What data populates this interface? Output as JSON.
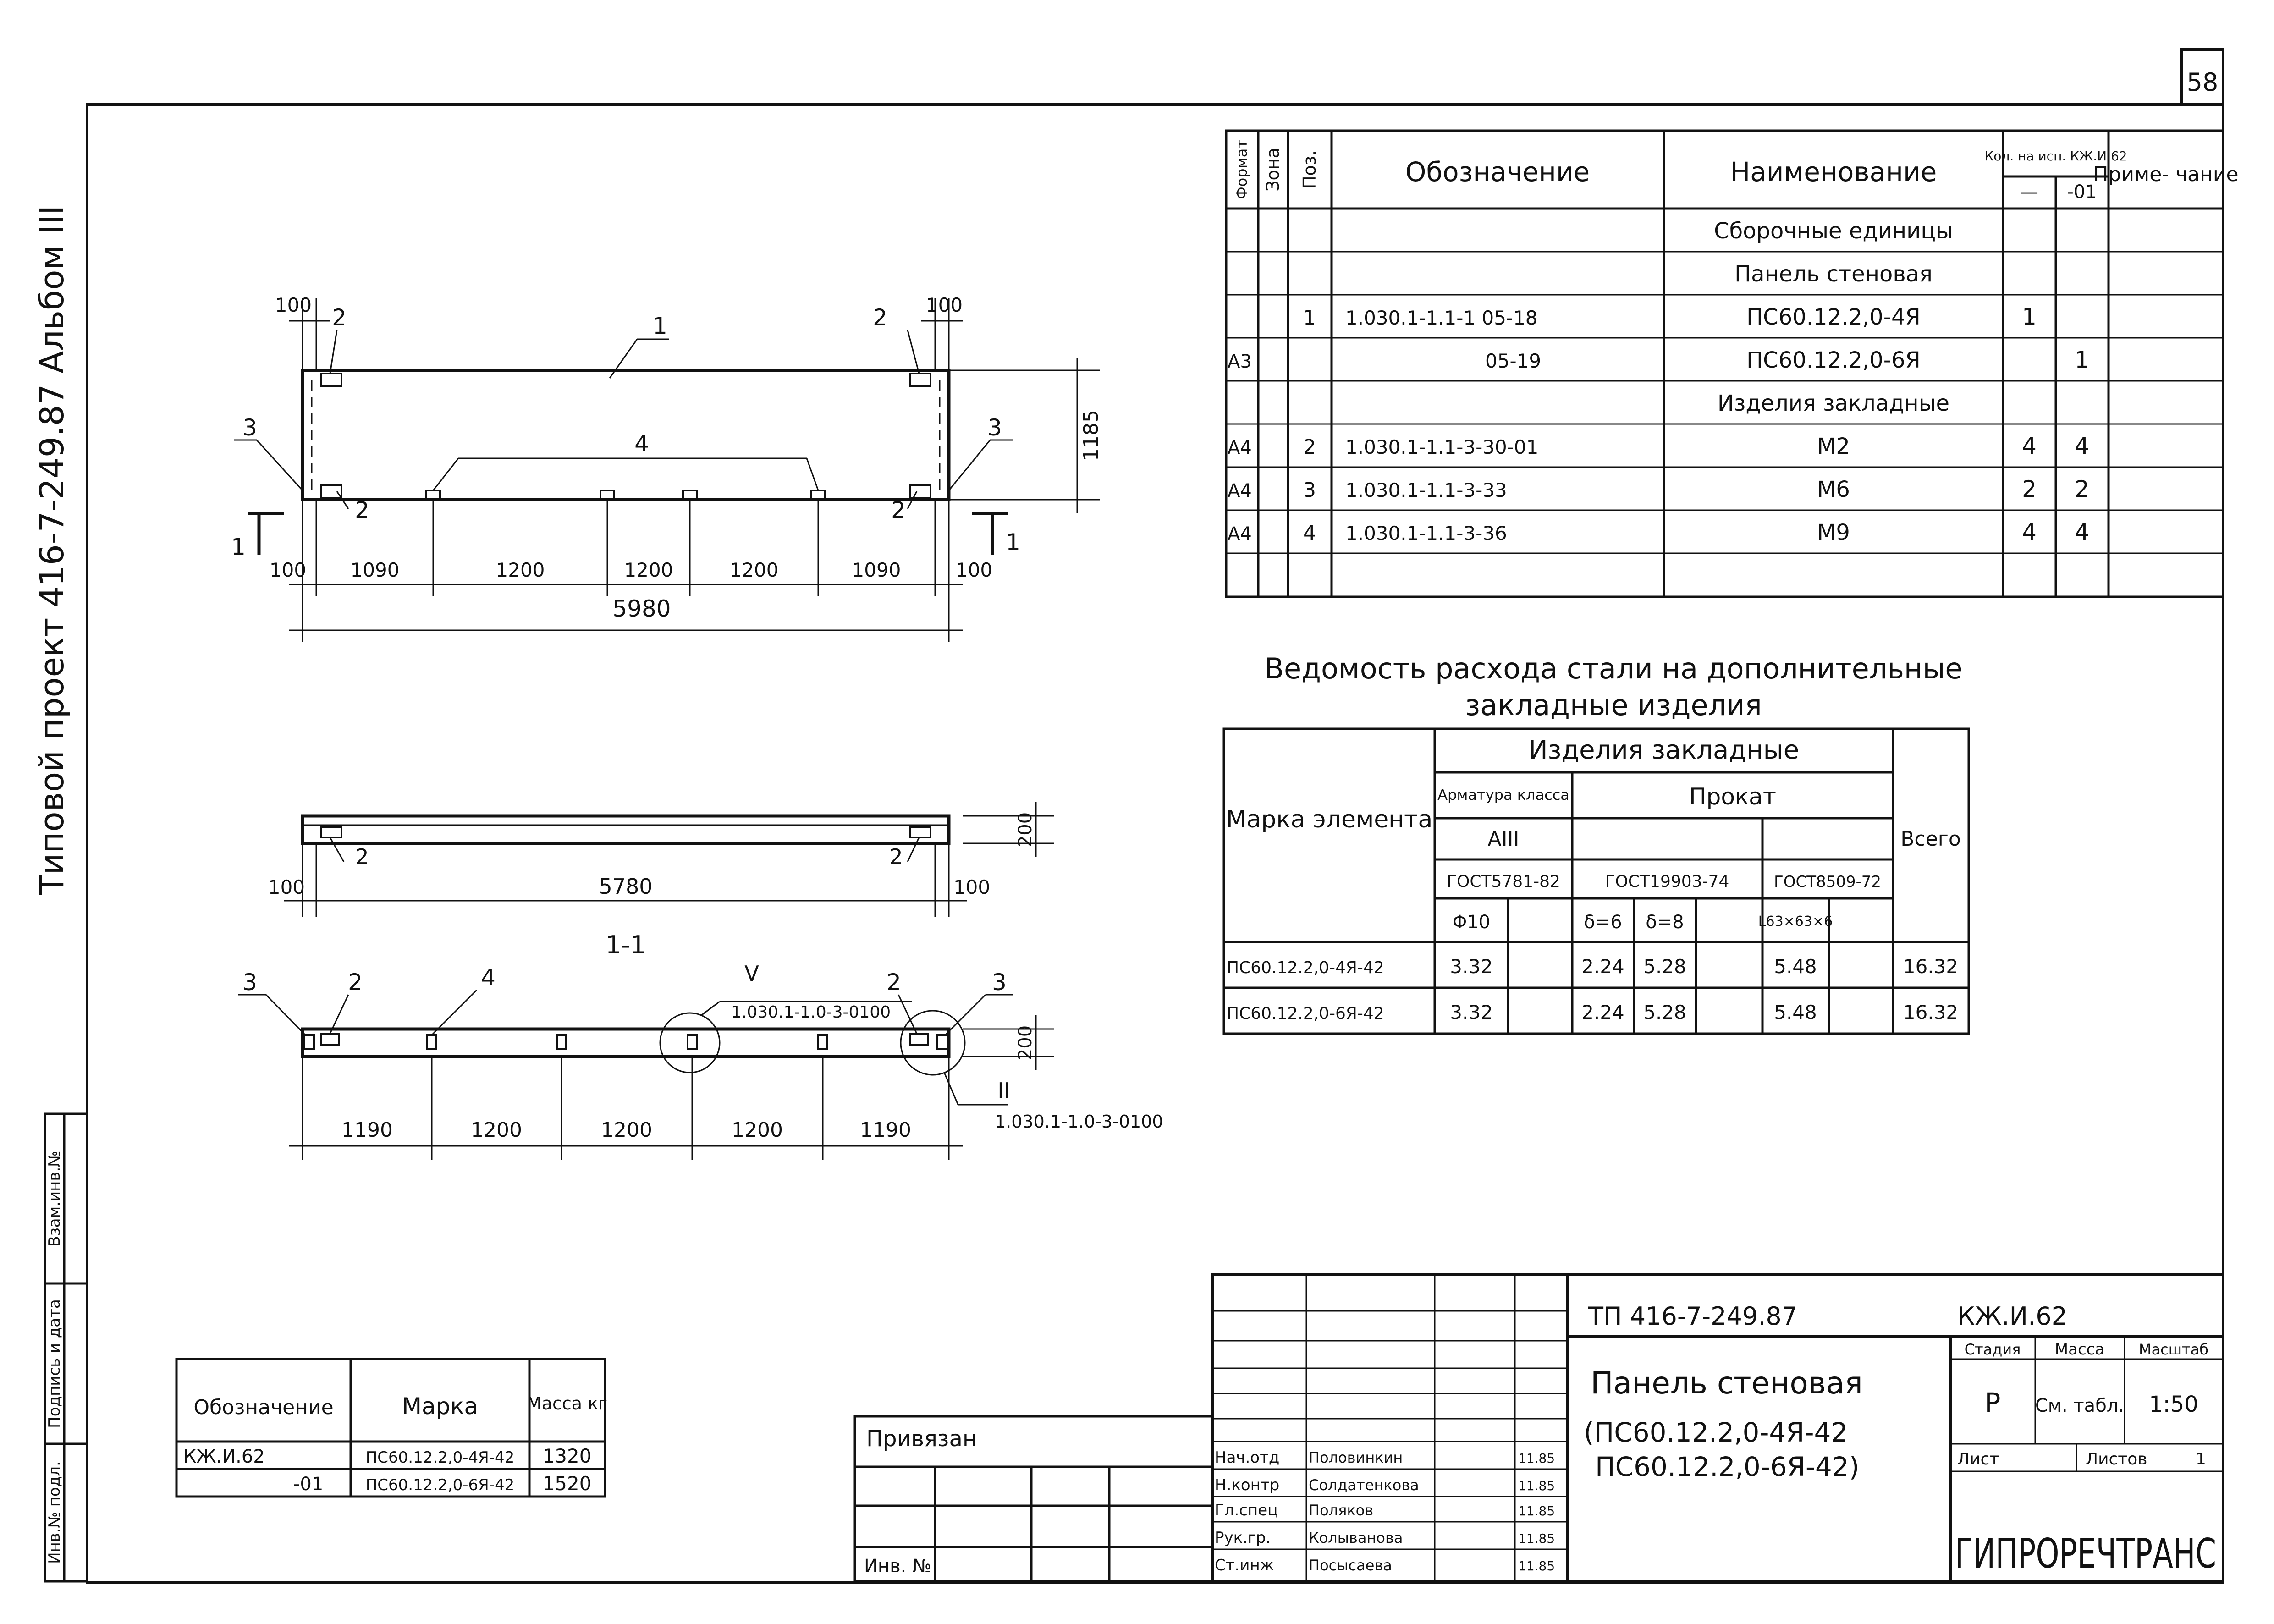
{
  "sheet": {
    "number": "58",
    "album_caption": "Типовой проект 416-7-249.87 Альбом III"
  },
  "side_stamp": {
    "labels": [
      "Инв.№ подл.",
      "Подпись и дата",
      "Взам.инв.№"
    ]
  },
  "spec_table": {
    "headers": {
      "format": "Формат",
      "zone": "Зона",
      "pos": "Поз.",
      "designation": "Обозначение",
      "name": "Наименование",
      "qty": "Кол. на исп. КЖ.И.62",
      "qty_base": "—",
      "qty_01": "-01",
      "note": "Приме- чание"
    },
    "rows": [
      {
        "format": "",
        "zone": "",
        "pos": "",
        "designation": "",
        "name": "Сборочные единицы",
        "qty_base": "",
        "qty_01": "",
        "note": ""
      },
      {
        "format": "",
        "zone": "",
        "pos": "",
        "designation": "",
        "name": "Панель стеновая",
        "qty_base": "",
        "qty_01": "",
        "note": ""
      },
      {
        "format": "",
        "zone": "",
        "pos": "1",
        "designation": "1.030.1-1.1-1 05-18",
        "name": "ПС60.12.2,0-4Я",
        "qty_base": "1",
        "qty_01": "",
        "note": ""
      },
      {
        "format": "А3",
        "zone": "",
        "pos": "",
        "designation": "05-19",
        "name": "ПС60.12.2,0-6Я",
        "qty_base": "",
        "qty_01": "1",
        "note": ""
      },
      {
        "format": "",
        "zone": "",
        "pos": "",
        "designation": "",
        "name": "Изделия закладные",
        "qty_base": "",
        "qty_01": "",
        "note": ""
      },
      {
        "format": "А4",
        "zone": "",
        "pos": "2",
        "designation": "1.030.1-1.1-3-30-01",
        "name": "М2",
        "qty_base": "4",
        "qty_01": "4",
        "note": ""
      },
      {
        "format": "А4",
        "zone": "",
        "pos": "3",
        "designation": "1.030.1-1.1-3-33",
        "name": "М6",
        "qty_base": "2",
        "qty_01": "2",
        "note": ""
      },
      {
        "format": "А4",
        "zone": "",
        "pos": "4",
        "designation": "1.030.1-1.1-3-36",
        "name": "М9",
        "qty_base": "4",
        "qty_01": "4",
        "note": ""
      },
      {
        "format": "",
        "zone": "",
        "pos": "",
        "designation": "",
        "name": "",
        "qty_base": "",
        "qty_01": "",
        "note": ""
      }
    ]
  },
  "steel_table": {
    "title_line1": "Ведомость расхода стали на дополнительные",
    "title_line2": "закладные изделия",
    "h_mark": "Марка элемента",
    "h_embedded": "Изделия закладные",
    "h_rebar": "Арматура класса",
    "h_rolled": "Прокат",
    "h_total": "Всего",
    "h_class": "АIII",
    "h_gost1": "ГОСТ5781-82",
    "h_gost2": "ГОСТ19903-74",
    "h_gost3": "ГОСТ8509-72",
    "h_d10": "Φ10",
    "h_d6": "δ=6",
    "h_d8": "δ=8",
    "h_angle": "L63×63×6",
    "rows": [
      {
        "mark": "ПС60.12.2,0-4Я-42",
        "d10": "3.32",
        "d6": "2.24",
        "d8": "5.28",
        "angle": "5.48",
        "total": "16.32"
      },
      {
        "mark": "ПС60.12.2,0-6Я-42",
        "d10": "3.32",
        "d6": "2.24",
        "d8": "5.28",
        "angle": "5.48",
        "total": "16.32"
      }
    ]
  },
  "elevation": {
    "leader_labels": [
      "1",
      "2",
      "2",
      "2",
      "2",
      "3",
      "3",
      "4"
    ],
    "dim_top_left": "100",
    "dim_top_right": "100",
    "height_dim": "1185",
    "bottom_dims": [
      "100",
      "1090",
      "1200",
      "1200",
      "1200",
      "1090",
      "100"
    ],
    "total": "5980",
    "section_mark": "1"
  },
  "plan": {
    "labels": [
      "2",
      "2"
    ],
    "depth_dim": "200",
    "left_dim": "100",
    "right_dim": "100",
    "length_dim": "5780"
  },
  "section": {
    "title": "1-1",
    "labels": [
      "3",
      "2",
      "4",
      "2",
      "3"
    ],
    "detail_v": "V",
    "detail_ii": "II",
    "ref_v": "1.030.1-1.0-3-0100",
    "ref_ii": "1.030.1-1.0-3-0100",
    "depth_dim": "200",
    "bottom_dims": [
      "1190",
      "1200",
      "1200",
      "1200",
      "1190"
    ]
  },
  "mass_table": {
    "h_designation": "Обозначение",
    "h_mark": "Марка",
    "h_mass": "Масса кг",
    "rows": [
      {
        "designation": "КЖ.И.62",
        "mark": "ПС60.12.2,0-4Я-42",
        "mass": "1320"
      },
      {
        "designation": "-01",
        "mark": "ПС60.12.2,0-6Я-42",
        "mass": "1520"
      }
    ]
  },
  "binding_box": {
    "title": "Привязан",
    "inv": "Инв. №"
  },
  "title_block": {
    "code": "ТП 416-7-249.87",
    "doc": "КЖ.И.62",
    "name": "Панель стеновая",
    "marks_1": "(ПС60.12.2,0-4Я-42",
    "marks_2": "ПС60.12.2,0-6Я-42)",
    "h_stage": "Стадия",
    "h_mass": "Масса",
    "h_scale": "Масштаб",
    "stage": "Р",
    "mass": "См. табл.",
    "scale": "1:50",
    "h_sheet": "Лист",
    "h_sheets": "Листов",
    "sheets": "1",
    "org": "ГИПРОРЕЧТРАНС",
    "signers": [
      {
        "role": "Нач.отд",
        "name": "Половинкин",
        "date": "11.85"
      },
      {
        "role": "Н.контр",
        "name": "Солдатенкова",
        "date": "11.85"
      },
      {
        "role": "Гл.спец",
        "name": "Поляков",
        "date": "11.85"
      },
      {
        "role": "Рук.гр.",
        "name": "Колыванова",
        "date": "11.85"
      },
      {
        "role": "Ст.инж",
        "name": "Посысаева",
        "date": "11.85"
      }
    ]
  }
}
